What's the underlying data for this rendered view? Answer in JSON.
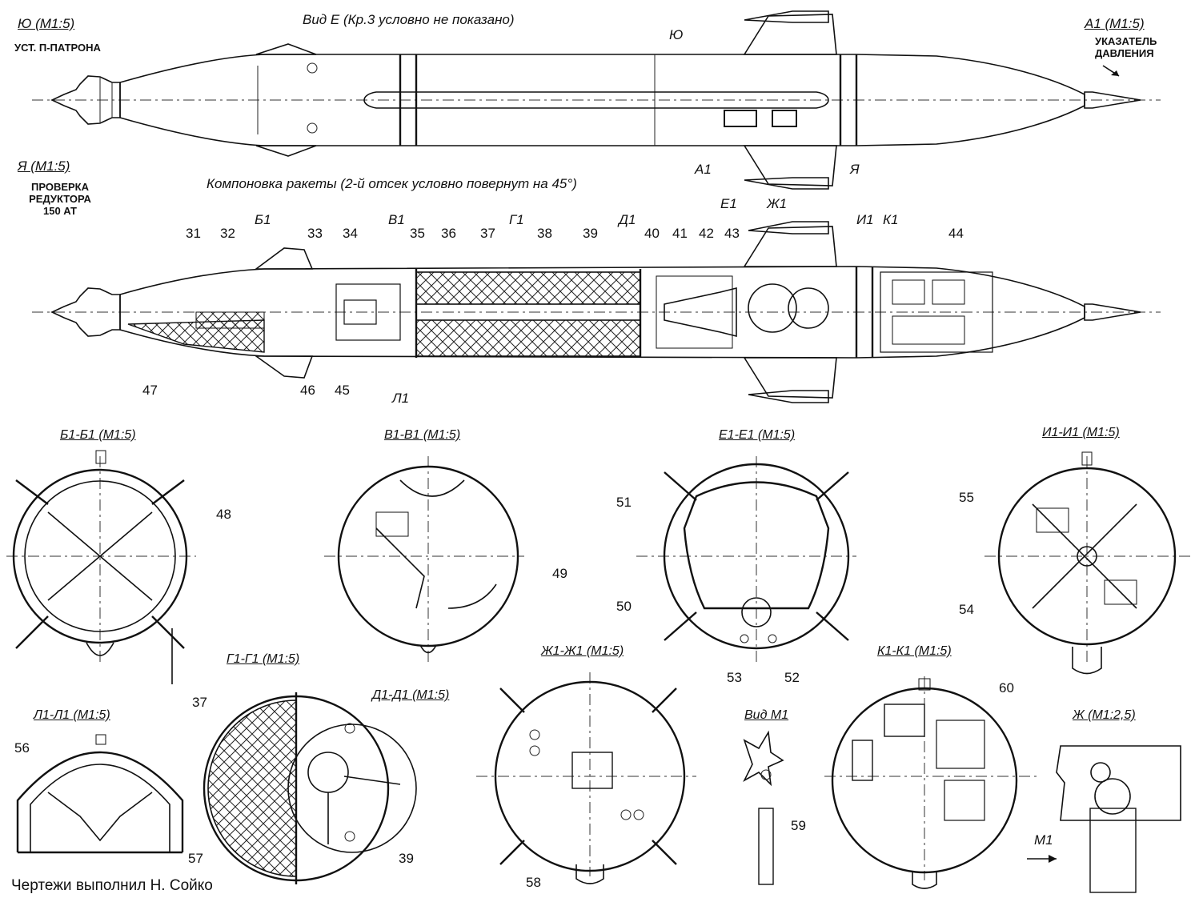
{
  "views": {
    "yu": {
      "title": "Ю (М1:5)",
      "note": "УСТ. П-ПАТРОНА"
    },
    "a1": {
      "title": "А1 (М1:5)",
      "note": "УКАЗАТЕЛЬ ДАВЛЕНИЯ"
    },
    "ya": {
      "title": "Я (М1:5)",
      "note": "ПРОВЕРКА РЕДУКТОРА 150 АТ"
    },
    "vid_e": "Вид Е (Кр.3 условно не показано)",
    "layout": "Компоновка ракеты (2-й отсек условно повернут на 45°)",
    "vid_m1": "Вид М1",
    "zh_detail": "Ж (М1:2,5)"
  },
  "sections": [
    {
      "id": "b1",
      "title": "Б1-Б1 (М1:5)"
    },
    {
      "id": "v1",
      "title": "В1-В1 (М1:5)"
    },
    {
      "id": "e1",
      "title": "Е1-Е1 (М1:5)"
    },
    {
      "id": "i1",
      "title": "И1-И1 (М1:5)"
    },
    {
      "id": "l1",
      "title": "Л1-Л1 (М1:5)"
    },
    {
      "id": "g1",
      "title": "Г1-Г1 (М1:5)"
    },
    {
      "id": "d1",
      "title": "Д1-Д1 (М1:5)"
    },
    {
      "id": "zh1",
      "title": "Ж1-Ж1 (М1:5)"
    },
    {
      "id": "k1",
      "title": "К1-К1 (М1:5)"
    }
  ],
  "cut_marks": {
    "b1": "Б1",
    "v1": "В1",
    "g1": "Г1",
    "d1": "Д1",
    "e1": "Е1",
    "zh1": "Ж1",
    "i1": "И1",
    "k1": "К1",
    "l1": "Л1",
    "m1": "М1",
    "yu": "Ю",
    "a1": "А1",
    "ya": "Я"
  },
  "parts": {
    "p31": "31",
    "p32": "32",
    "p33": "33",
    "p34": "34",
    "p35": "35",
    "p36": "36",
    "p37": "37",
    "p38": "38",
    "p39": "39",
    "p40": "40",
    "p41": "41",
    "p42": "42",
    "p43": "43",
    "p44": "44",
    "p45": "45",
    "p46": "46",
    "p47": "47",
    "p48": "48",
    "p49": "49",
    "p50": "50",
    "p51": "51",
    "p52": "52",
    "p53": "53",
    "p54": "54",
    "p55": "55",
    "p56": "56",
    "p57": "57",
    "p58": "58",
    "p59": "59",
    "p60": "60"
  },
  "author": "Чертежи выполнил Н. Сойко"
}
